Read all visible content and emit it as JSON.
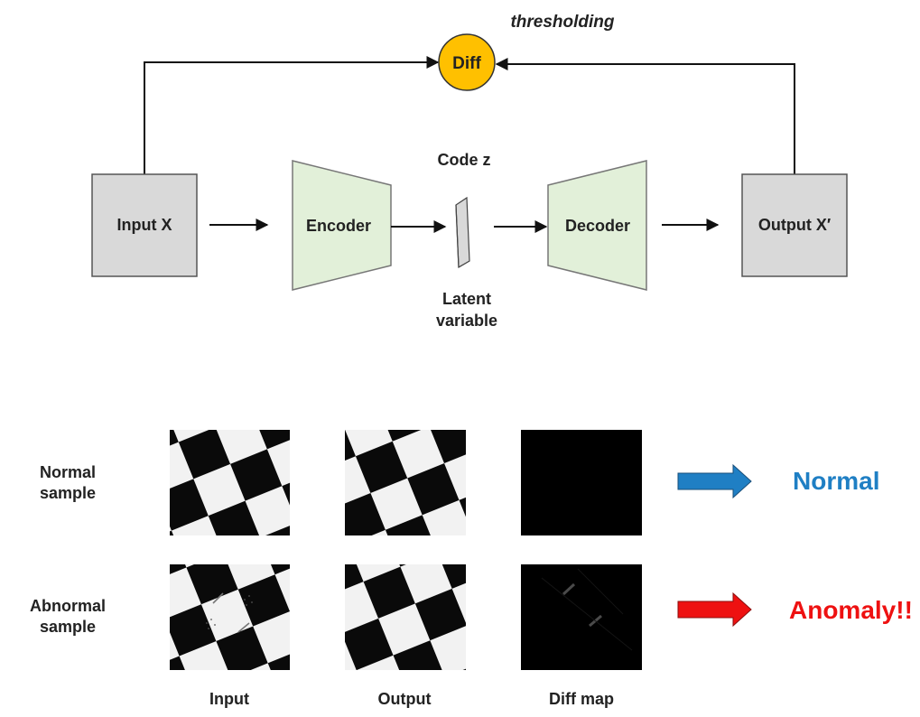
{
  "diagram": {
    "thresholding_label": "thresholding",
    "diff_label": "Diff",
    "input_label": "Input X",
    "encoder_label": "Encoder",
    "code_label": "Code z",
    "latent_label_line1": "Latent",
    "latent_label_line2": "variable",
    "decoder_label": "Decoder",
    "output_label": "Output X′"
  },
  "samples": {
    "normal_row_label_line1": "Normal",
    "normal_row_label_line2": "sample",
    "abnormal_row_label_line1": "Abnormal",
    "abnormal_row_label_line2": "sample",
    "normal_result": "Normal",
    "anomaly_result": "Anomaly!!",
    "col_input": "Input",
    "col_output": "Output",
    "col_diffmap": "Diff map"
  },
  "colors": {
    "diff_circle": "#FFC000",
    "box_gray": "#D9D9D9",
    "trapezoid_green": "#E2F0D9",
    "normal_blue": "#1F7FC4",
    "anomaly_red": "#EE1111"
  }
}
